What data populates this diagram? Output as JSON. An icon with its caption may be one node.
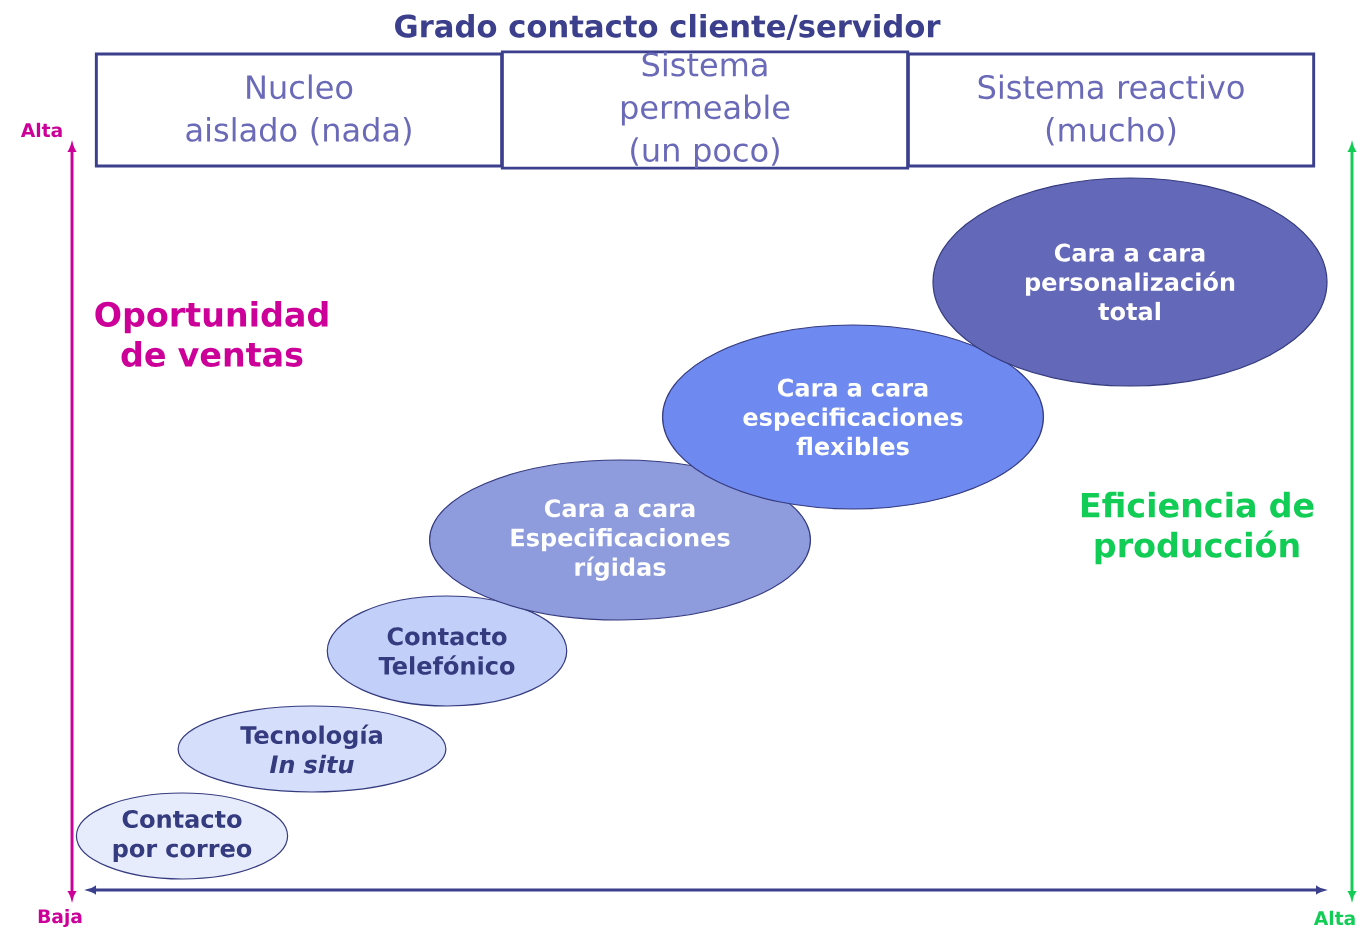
{
  "diagram": {
    "title": "Grado contacto cliente/servidor",
    "nodes": [
      {
        "text": [
          "Nucleo aislado (nada)"
        ]
      },
      {
        "text": [
          "Sistema permeable (un poco)"
        ]
      },
      {
        "text": [
          "Sistema reactivo (mucho)"
        ]
      },
      {
        "text": [
          "Contacto por correo"
        ]
      },
      {
        "text": [
          "Tecnología *In situ*"
        ]
      },
      {
        "text": [
          "Contacto Telefónico"
        ]
      },
      {
        "text": [
          "Cara a cara Especificaciones rígidas"
        ]
      },
      {
        "text": [
          "Cara a cara especificaciones flexibles"
        ]
      },
      {
        "text": [
          "Cara a cara personalización total"
        ]
      }
    ],
    "labels": [
      "Alta",
      "Oportunidad de ventas",
      "Eficiencia de producción",
      "Baja",
      "Alta"
    ]
  }
}
